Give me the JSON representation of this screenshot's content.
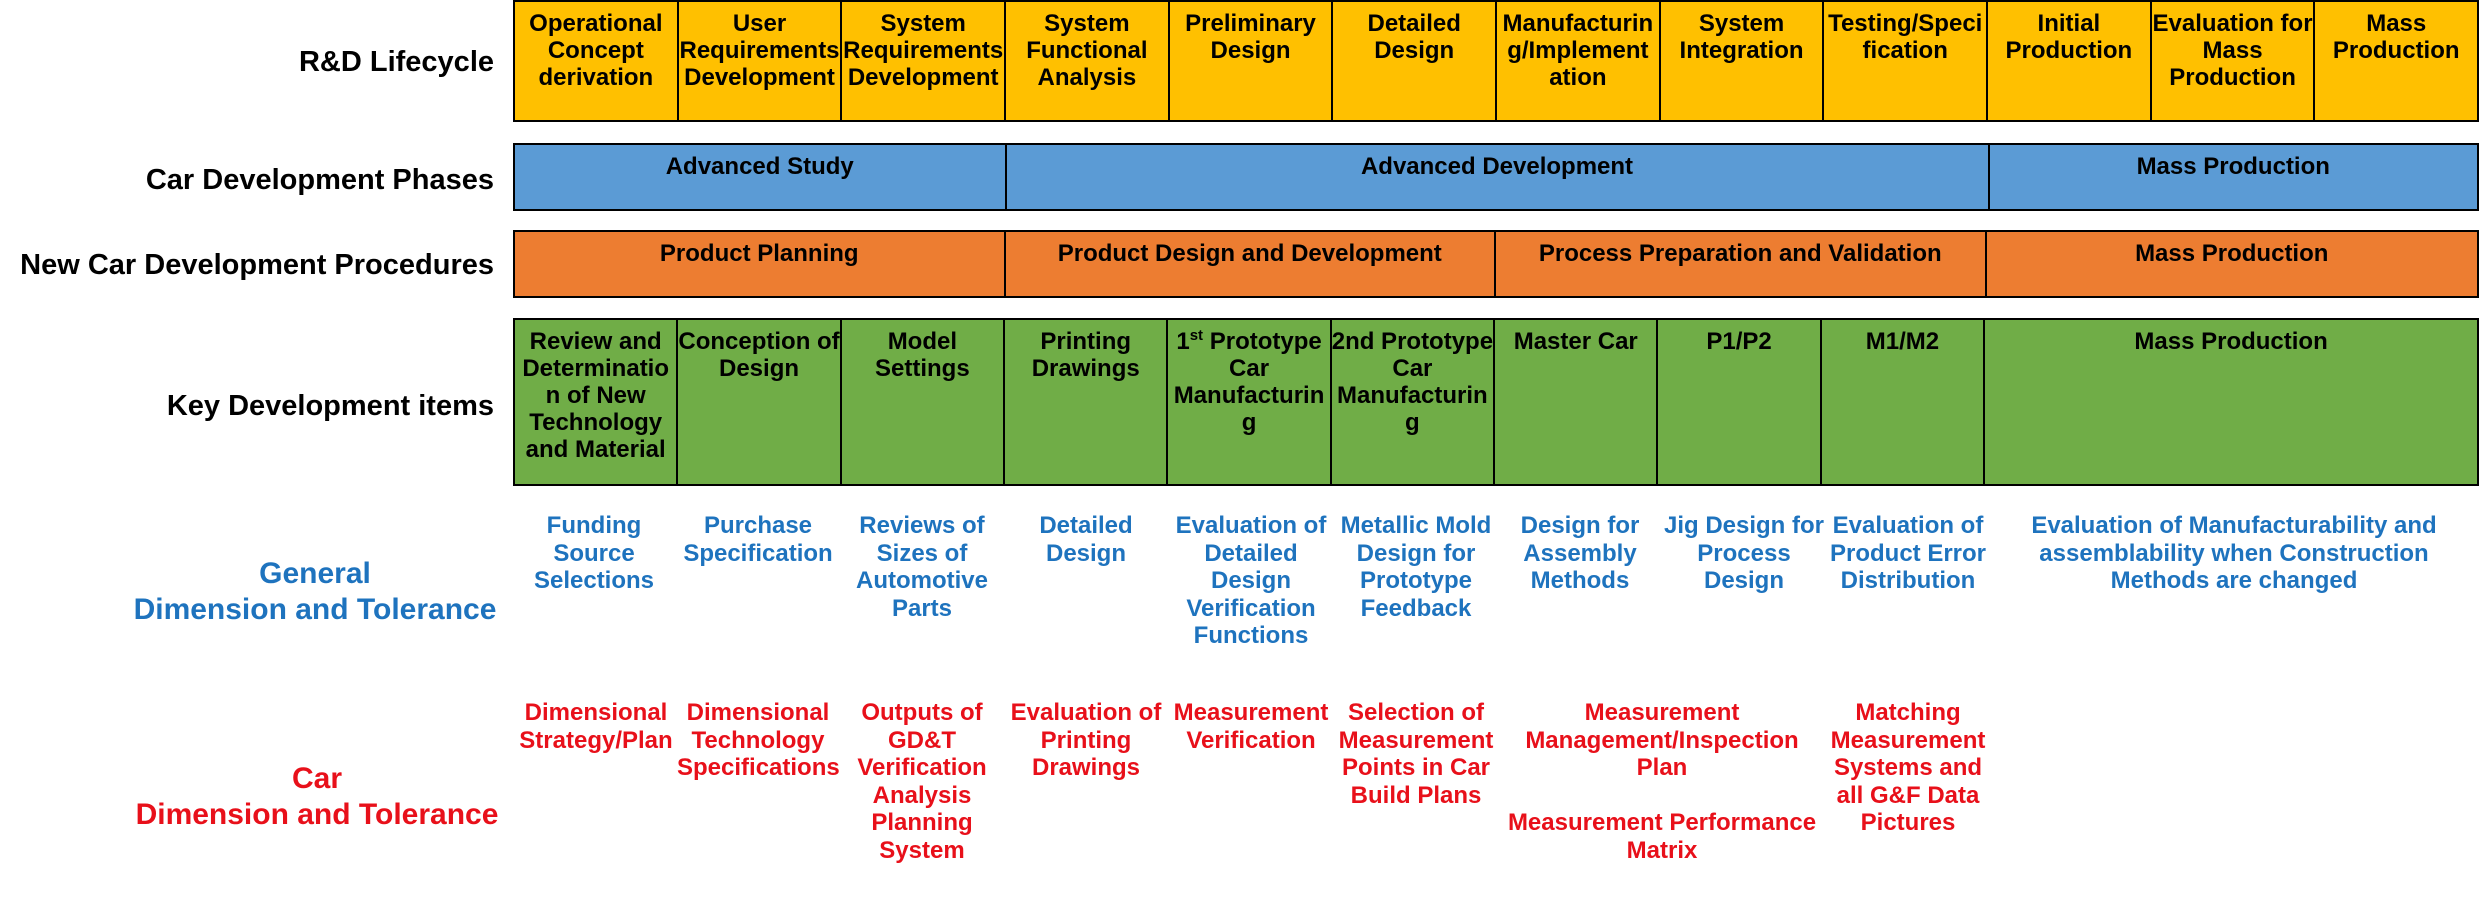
{
  "row_labels": {
    "lifecycle": "R&D Lifecycle",
    "phases": "Car Development Phases",
    "procedures": "New Car Development Procedures",
    "key_items": "Key Development items",
    "general_line1": "General",
    "general_line2": "Dimension and Tolerance",
    "car_line1": "Car",
    "car_line2": "Dimension and Tolerance"
  },
  "lifecycle": [
    "Operational Concept derivation",
    "User Requirements Development",
    "System Requirements Development",
    "System Functional Analysis",
    "Preliminary Design",
    "Detailed Design",
    "Manufacturin g/Implement ation",
    "System Integration",
    "Testing/Speci fication",
    "Initial Production",
    "Evaluation for Mass Production",
    "Mass Production"
  ],
  "phases": [
    "Advanced Study",
    "Advanced Development",
    "Mass Production"
  ],
  "procedures": [
    "Product Planning",
    "Product Design and Development",
    "Process Preparation and Validation",
    "Mass Production"
  ],
  "key_items": [
    "Review and Determinatio n of New Technology and Material",
    "Conception of Design",
    "Model Settings",
    "Printing Drawings",
    "Prototype Car Manufacturin g",
    "2nd Prototype Car Manufacturin g",
    "Master Car",
    "P1/P2",
    "M1/M2",
    "Mass Production"
  ],
  "key_item_prefix": {
    "num": "1",
    "sup": "st"
  },
  "general": [
    "Funding Source Selections",
    "Purchase Specification",
    "Reviews of Sizes of Automotive Parts",
    "Detailed Design",
    "Evaluation of Detailed Design Verification Functions",
    "Metallic Mold Design for Prototype Feedback",
    "Design for Assembly Methods",
    "Jig Design for Process Design",
    "Evaluation of Product Error Distribution",
    "Evaluation of Manufacturability  and assemblability when  Construction Methods are changed"
  ],
  "car": [
    "Dimensional Strategy/Plan",
    "Dimensional Technology Specifications",
    "Outputs of GD&T Verification Analysis Planning System",
    "Evaluation of Printing Drawings",
    "Measurement Verification",
    "Selection of Measurement Points in Car Build Plans",
    "Measurement Management/Inspection Plan",
    "Measurement Performance Matrix",
    "Matching Measurement Systems and all G&F Data Pictures"
  ],
  "colors": {
    "lifecycle": "#ffc000",
    "phases": "#5b9bd5",
    "procedures": "#ed7d31",
    "key_items": "#70ad47",
    "general_text": "#1e73be",
    "car_text": "#e8101a"
  }
}
